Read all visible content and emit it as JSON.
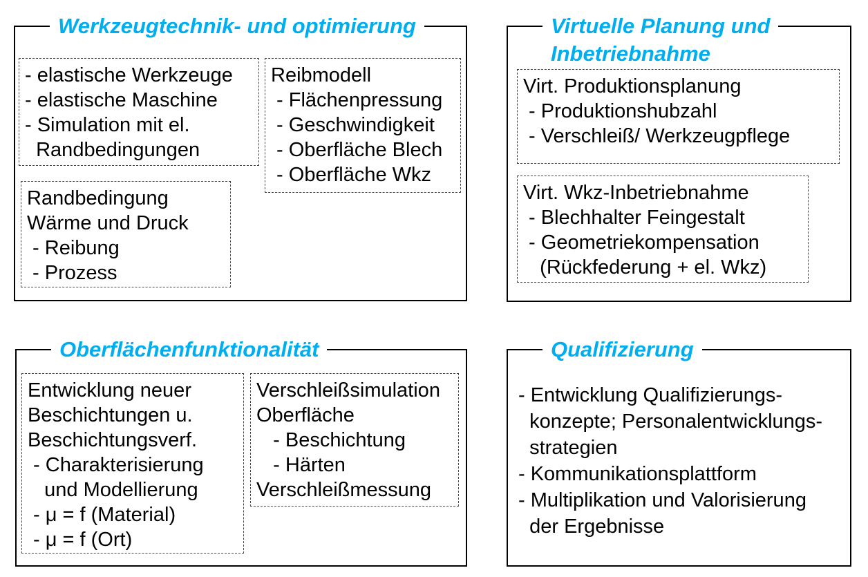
{
  "colors": {
    "title_accent": "#00AEEF",
    "panel_border": "#000000",
    "text": "#000000",
    "background": "#ffffff"
  },
  "panels": [
    {
      "id": "werkzeugtechnik",
      "title": "Werkzeugtechnik- und optimierung",
      "boxes": [
        {
          "lines": [
            "- elastische Werkzeuge",
            "- elastische Maschine",
            "- Simulation mit el.",
            "  Randbedingungen"
          ]
        },
        {
          "lines": [
            "Reibmodell",
            " - Flächenpressung",
            " - Geschwindigkeit",
            " - Oberfläche Blech",
            " - Oberfläche Wkz"
          ]
        },
        {
          "lines": [
            "Randbedingung",
            "Wärme und Druck",
            " - Reibung",
            " - Prozess"
          ]
        }
      ]
    },
    {
      "id": "virtuelle-planung",
      "title": "Virtuelle Planung und\nInbetriebnahme",
      "boxes": [
        {
          "lines": [
            "Virt. Produktionsplanung",
            " - Produktionshubzahl",
            " - Verschleiß/ Werkzeugpflege"
          ]
        },
        {
          "lines": [
            "Virt. Wkz-Inbetriebnahme",
            " - Blechhalter Feingestalt",
            " - Geometriekompensation",
            "   (Rückfederung + el. Wkz)"
          ]
        }
      ]
    },
    {
      "id": "oberflaechenfunktionalitaet",
      "title": "Oberflächenfunktionalität",
      "boxes": [
        {
          "lines": [
            "Entwicklung neuer",
            "Beschichtungen u.",
            "Beschichtungsverf.",
            " - Charakterisierung",
            "   und Modellierung",
            " - μ = f (Material)",
            " - μ = f (Ort)"
          ]
        },
        {
          "lines": [
            "Verschleißsimulation",
            "Oberfläche",
            "   - Beschichtung",
            "   - Härten",
            "Verschleißmessung"
          ]
        }
      ]
    },
    {
      "id": "qualifizierung",
      "title": "Qualifizierung",
      "lines": [
        "- Entwicklung Qualifizierungs-",
        "  konzepte; Personalentwicklungs-",
        "  strategien",
        "- Kommunikationsplattform",
        "- Multiplikation und Valorisierung",
        "  der Ergebnisse"
      ]
    }
  ]
}
